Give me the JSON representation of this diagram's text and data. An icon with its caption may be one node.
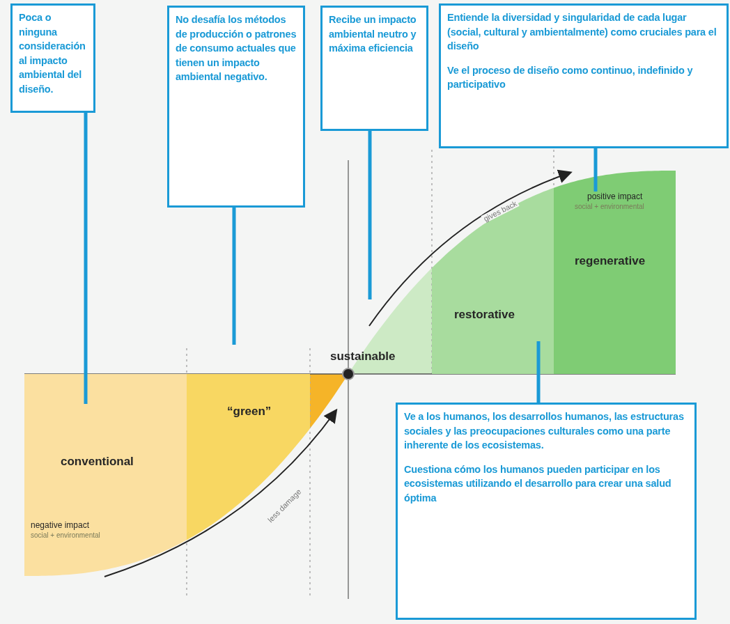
{
  "diagram": {
    "nodes": [
      {
        "text": [
          "Poca o ninguna consideración al impacto ambiental del diseño."
        ]
      },
      {
        "text": [
          "No desafía los métodos de producción o patrones de consumo actuales que tienen un impacto ambiental negativo."
        ]
      },
      {
        "text": [
          "Recibe un impacto ambiental neutro y máxima eficiencia"
        ]
      },
      {
        "text": [
          "Entiende la diversidad y singularidad de cada lugar (social, cultural y ambientalmente) como cruciales para el diseño",
          "Ve el proceso de diseño como continuo, indefinido y participativo"
        ]
      },
      {
        "text": [
          "positive impact",
          "social + environmental",
          "regenerative"
        ]
      },
      {
        "text": [
          "restorative"
        ]
      },
      {
        "text": [
          "sustainable"
        ]
      },
      {
        "text": [
          "“green”"
        ]
      },
      {
        "text": [
          "conventional",
          "negative impact",
          "social + environmental"
        ]
      },
      {
        "text": [
          "Ve a los humanos, los desarrollos humanos, las estructuras sociales y las preocupaciones culturales como una parte inherente de los ecosistemas.",
          "Cuestiona cómo los humanos pueden participar en los ecosistemas utilizando el desarrollo para crear una salud óptima"
        ]
      }
    ],
    "edges": [
      {
        "from": 0,
        "to": 8,
        "arrow": "none"
      },
      {
        "from": 1,
        "to": null,
        "arrow": "none"
      },
      {
        "from": 2,
        "to": null,
        "arrow": "none"
      },
      {
        "from": 3,
        "to": 4,
        "arrow": "none"
      },
      {
        "from": 9,
        "to": 5,
        "arrow": "none"
      }
    ],
    "labels": [
      "gives back",
      "less damage"
    ]
  }
}
